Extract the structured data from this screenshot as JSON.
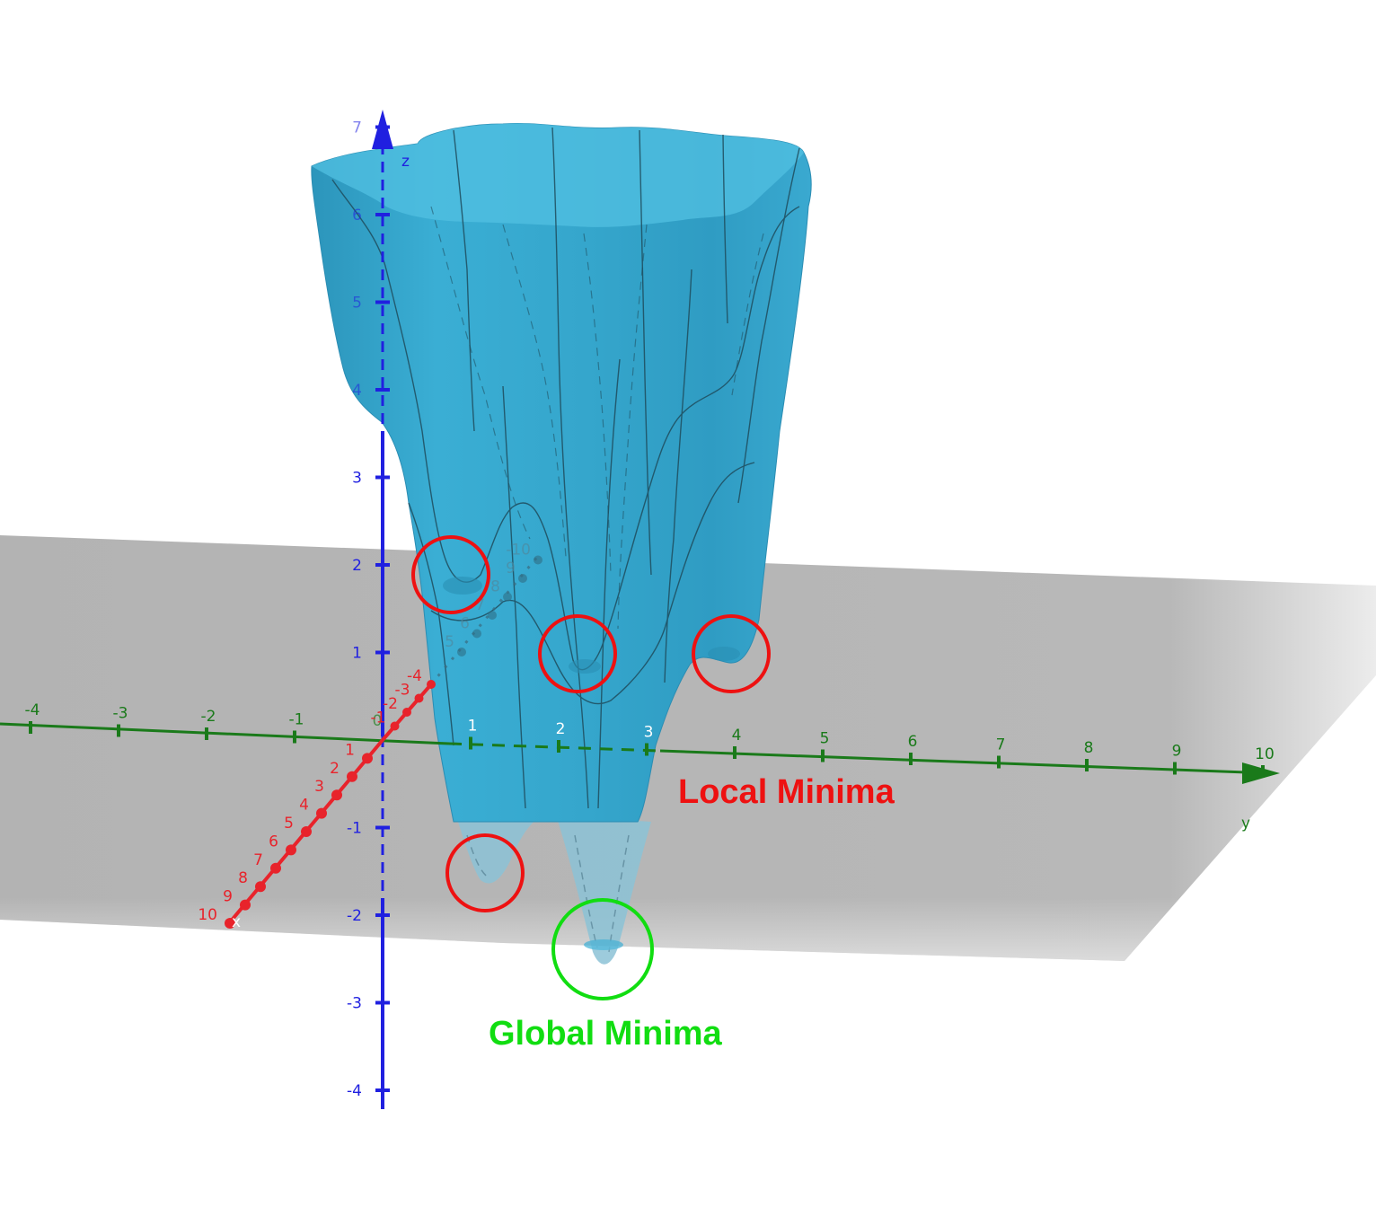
{
  "axes": {
    "x": {
      "name": "x",
      "color": "#e8232b",
      "ticks": [
        "1",
        "2",
        "3",
        "4",
        "5",
        "6",
        "7",
        "8",
        "9",
        "10"
      ],
      "back_ticks": [
        "-4",
        "-3",
        "-2",
        "-1",
        "0"
      ],
      "behind_ticks": [
        "5",
        "6",
        "7",
        "8",
        "9",
        "-10"
      ]
    },
    "y": {
      "name": "y",
      "color": "#1a7a1a",
      "ticks": [
        "-4",
        "-3",
        "-2",
        "-1",
        "0",
        "1",
        "2",
        "3",
        "4",
        "5",
        "6",
        "7",
        "8",
        "9",
        "10"
      ]
    },
    "z": {
      "name": "z",
      "color": "#2020e0",
      "ticks": [
        "-4",
        "-3",
        "-2",
        "-1",
        "1",
        "2",
        "3",
        "4",
        "5",
        "6",
        "7"
      ]
    }
  },
  "surface": {
    "color": "#3aaed4",
    "under_color": "#7fbfd3"
  },
  "plane_color": "#b3b3b3",
  "annotations": {
    "local": {
      "label": "Local Minima",
      "color": "#ee1111"
    },
    "global": {
      "label": "Global Minima",
      "color": "#11dd11"
    }
  }
}
